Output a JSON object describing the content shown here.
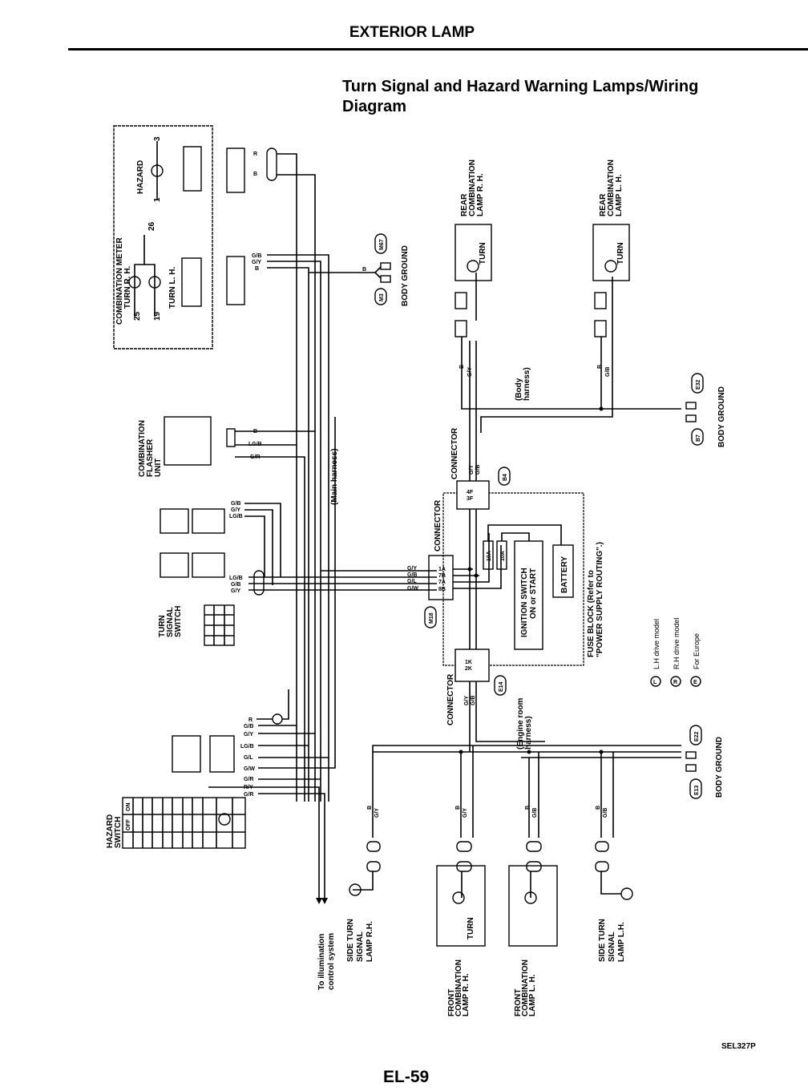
{
  "header": {
    "section": "EXTERIOR LAMP"
  },
  "title": {
    "line1": "Turn Signal and Hazard Warning Lamps/Wiring",
    "line2": "Diagram"
  },
  "components": {
    "combination_meter": {
      "label": "COMBINATION METER",
      "turn_rh": "TURN R. H.",
      "turn_lh": "TURN L. H.",
      "hazard": "HAZARD",
      "pins": [
        "25",
        "19",
        "26",
        "1",
        "3"
      ]
    },
    "flasher": {
      "line1": "COMBINATION",
      "line2": "FLASHER",
      "line3": "UNIT"
    },
    "turn_signal_switch": {
      "line1": "TURN",
      "line2": "SIGNAL",
      "line3": "SWITCH"
    },
    "hazard_switch": {
      "line1": "HAZARD",
      "line2": "SWITCH",
      "off": "OFF",
      "on": "ON"
    },
    "rear_lamp_rh": {
      "line1": "REAR",
      "line2": "COMBINATION",
      "line3": "LAMP R. H.",
      "bulb": "TURN"
    },
    "rear_lamp_lh": {
      "line1": "REAR",
      "line2": "COMBINATION",
      "line3": "LAMP L. H.",
      "bulb": "TURN"
    },
    "front_lamp_rh": {
      "line1": "FRONT",
      "line2": "COMBINATION",
      "line3": "LAMP R. H.",
      "bulb": "TURN"
    },
    "front_lamp_lh": {
      "line1": "FRONT",
      "line2": "COMBINATION",
      "line3": "LAMP L. H."
    },
    "side_rh": {
      "line1": "SIDE TURN",
      "line2": "SIGNAL",
      "line3": "LAMP R.H."
    },
    "side_lh": {
      "line1": "SIDE TURN",
      "line2": "SIGNAL",
      "line3": "LAMP L.H."
    },
    "illumination": {
      "line1": "To illumination",
      "line2": "control system"
    },
    "fuse_block": {
      "line1": "FUSE BLOCK (Refer to",
      "line2": "\"POWER SUPPLY ROUTING\".)"
    },
    "ignition": {
      "line1": "IGNITION SWITCH",
      "line2": "ON or START"
    },
    "battery": "BATTERY",
    "fuse1": "10A",
    "fuse2": "10A",
    "connector": "CONNECTOR",
    "body_ground": "BODY GROUND",
    "main_harness": "(Main harness)",
    "body_harness": {
      "line1": "(Body",
      "line2": "harness)"
    },
    "engine_harness": {
      "line1": "(Engine room",
      "line2": "harness)"
    }
  },
  "connector_ids": {
    "m67": "M67",
    "m3": "M3",
    "e32": "E32",
    "b7": "B7",
    "m18": "M18",
    "b4": "B4",
    "e14": "E14",
    "e22": "E22",
    "e13": "E13"
  },
  "pins": {
    "m18": [
      "1A",
      "7B",
      "7A",
      "8B"
    ],
    "b4": [
      "4F",
      "3F"
    ],
    "e14": [
      "1K",
      "2K"
    ]
  },
  "wires": {
    "meter_top": [
      "R",
      "B"
    ],
    "meter_mid": [
      "G/B",
      "G/Y",
      "B"
    ],
    "ground_m": "B",
    "flasher": [
      "B",
      "LG/B",
      "G/R"
    ],
    "tss_upper": [
      "G/B",
      "G/Y",
      "LG/B"
    ],
    "tss_lower": [
      "LG/B",
      "G/B",
      "G/Y"
    ],
    "hazard": [
      "R",
      "G/B",
      "G/Y",
      "LG/B",
      "G/L",
      "G/W",
      "G/R",
      "R/Y",
      "G/R"
    ],
    "m18": [
      "G/Y",
      "G/B",
      "G/L",
      "G/W"
    ],
    "b4": [
      "G/Y",
      "G/B"
    ],
    "e14": [
      "G/Y",
      "G/B"
    ],
    "rear_rh": [
      "B",
      "G/Y"
    ],
    "rear_lh": [
      "B",
      "G/B"
    ],
    "side_rh": [
      "B",
      "G/Y"
    ],
    "front_rh": [
      "B",
      "G/Y"
    ],
    "front_lh": [
      "B",
      "G/B"
    ],
    "side_lh": [
      "B",
      "G/B"
    ]
  },
  "legend": [
    {
      "symbol": "L",
      "text": "L.H drive model"
    },
    {
      "symbol": "R",
      "text": "R.H drive model"
    },
    {
      "symbol": "E",
      "text": "For Europe"
    }
  ],
  "footer": {
    "code": "SEL327P",
    "page": "EL-59"
  }
}
